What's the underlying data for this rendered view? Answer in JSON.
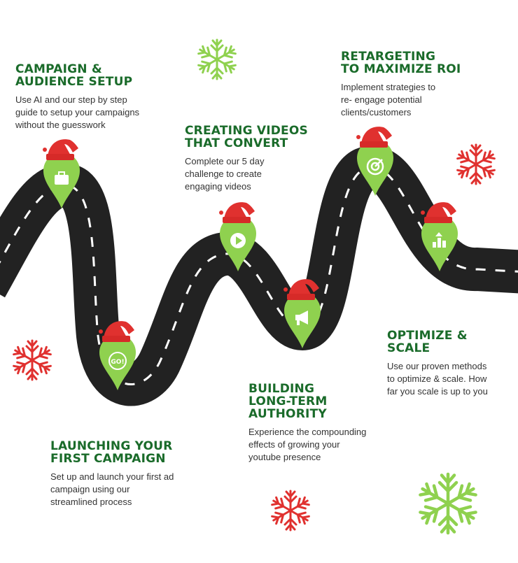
{
  "steps": [
    {
      "title": "CAMPAIGN &\nAUDIENCE SETUP",
      "text": "Use AI and our step by step\nguide to setup your campaigns\nwithout the guesswork",
      "icon": "briefcase-icon"
    },
    {
      "title": "LAUNCHING YOUR\nFIRST CAMPAIGN",
      "text": "Set up and launch your first ad\ncampaign using our\nstreamlined process",
      "icon": "go-icon",
      "icon_text": "GO!"
    },
    {
      "title": "CREATING VIDEOS\nTHAT CONVERT",
      "text": "Complete our 5 day\nchallenge to create\nengaging videos",
      "icon": "play-icon"
    },
    {
      "title": "BUILDING\nLONG-TERM\nAUTHORITY",
      "text": "Experience the compounding\neffects of growing your\nyoutube presence",
      "icon": "megaphone-icon"
    },
    {
      "title": "RETARGETING\nTO MAXIMIZE ROI",
      "text": "Implement strategies to\nre- engage potential\nclients/customers",
      "icon": "target-icon"
    },
    {
      "title": "OPTIMIZE &\nSCALE",
      "text": "Use our proven methods\nto optimize & scale. How\nfar you scale is up to you",
      "icon": "growth-chart-icon"
    }
  ],
  "colors": {
    "title": "#1a6b2a",
    "pin": "#8fd14f",
    "hat": "#e0312f",
    "road": "#222222",
    "snow_red": "#e0312f",
    "snow_green": "#8fd14f"
  }
}
